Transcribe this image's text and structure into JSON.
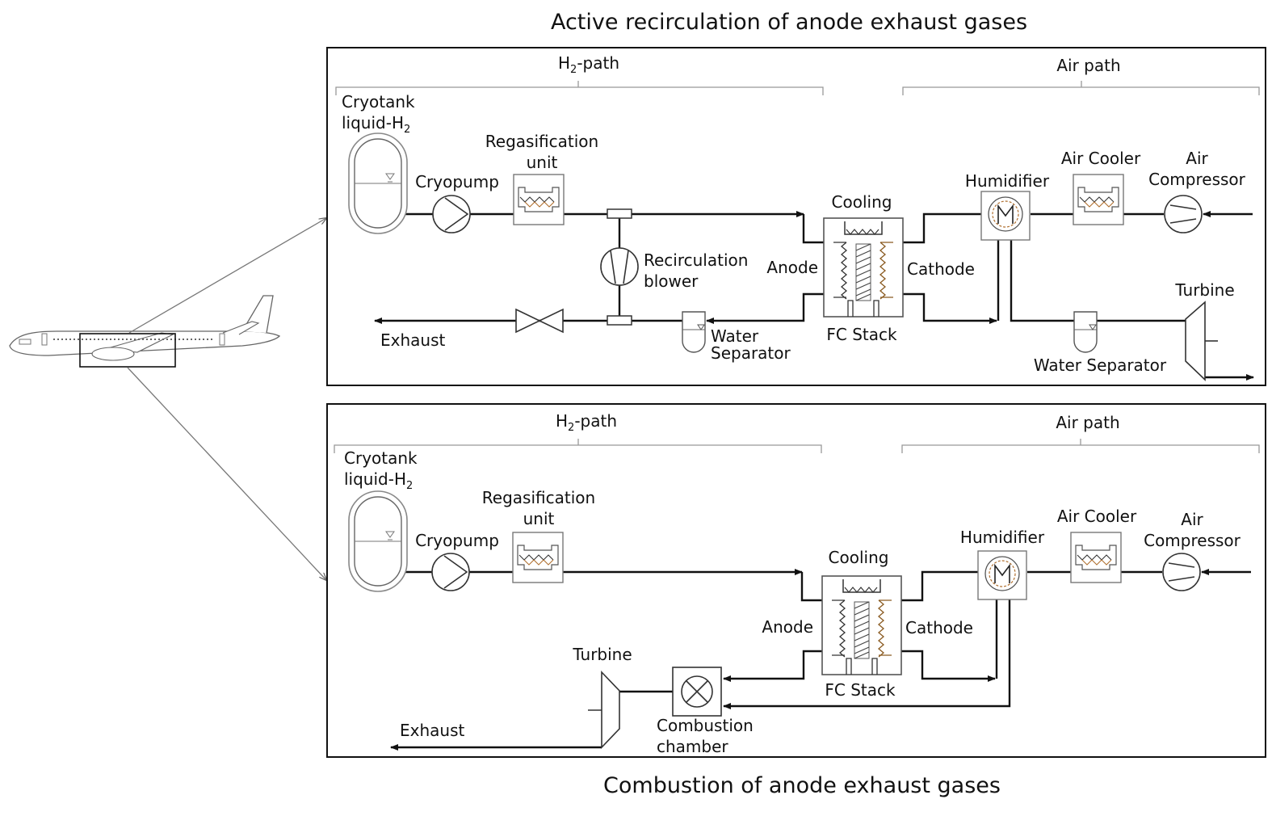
{
  "titles": {
    "top": "Active recirculation of anode exhaust gases",
    "bottom": "Combustion of anode exhaust gases"
  },
  "top_panel": {
    "h2_path": {
      "prefix": "H",
      "sub": "2",
      "suffix": "-path"
    },
    "air_path": "Air path",
    "cryotank": {
      "line1": "Cryotank",
      "line2_prefix": "liquid-H",
      "line2_sub": "2"
    },
    "cryopump": "Cryopump",
    "regas": {
      "line1": "Regasification",
      "line2": "unit"
    },
    "recirc": {
      "line1": "Recirculation",
      "line2": "blower"
    },
    "exhaust": "Exhaust",
    "water_sep_anode": {
      "line1": "Water",
      "line2": "Separator"
    },
    "cooling": "Cooling",
    "anode": "Anode",
    "cathode": "Cathode",
    "fc_stack": "FC Stack",
    "humidifier": "Humidifier",
    "air_cooler": "Air Cooler",
    "air_compressor": {
      "line1": "Air",
      "line2": "Compressor"
    },
    "turbine": "Turbine",
    "water_sep_air": "Water Separator"
  },
  "bottom_panel": {
    "h2_path": {
      "prefix": "H",
      "sub": "2",
      "suffix": "-path"
    },
    "air_path": "Air path",
    "cryotank": {
      "line1": "Cryotank",
      "line2_prefix": "liquid-H",
      "line2_sub": "2"
    },
    "cryopump": "Cryopump",
    "regas": {
      "line1": "Regasification",
      "line2": "unit"
    },
    "cooling": "Cooling",
    "anode": "Anode",
    "cathode": "Cathode",
    "fc_stack": "FC Stack",
    "humidifier": "Humidifier",
    "air_cooler": "Air Cooler",
    "air_compressor": {
      "line1": "Air",
      "line2": "Compressor"
    },
    "turbine": "Turbine",
    "combustion": {
      "line1": "Combustion",
      "line2": "chamber"
    },
    "exhaust": "Exhaust"
  },
  "icons": [
    "aircraft-icon",
    "cryotank-icon",
    "pump-icon",
    "heat-exchanger-icon",
    "blower-icon",
    "valve-icon",
    "water-separator-icon",
    "fuel-cell-stack-icon",
    "humidifier-icon",
    "compressor-icon",
    "turbine-icon",
    "combustion-chamber-icon"
  ]
}
